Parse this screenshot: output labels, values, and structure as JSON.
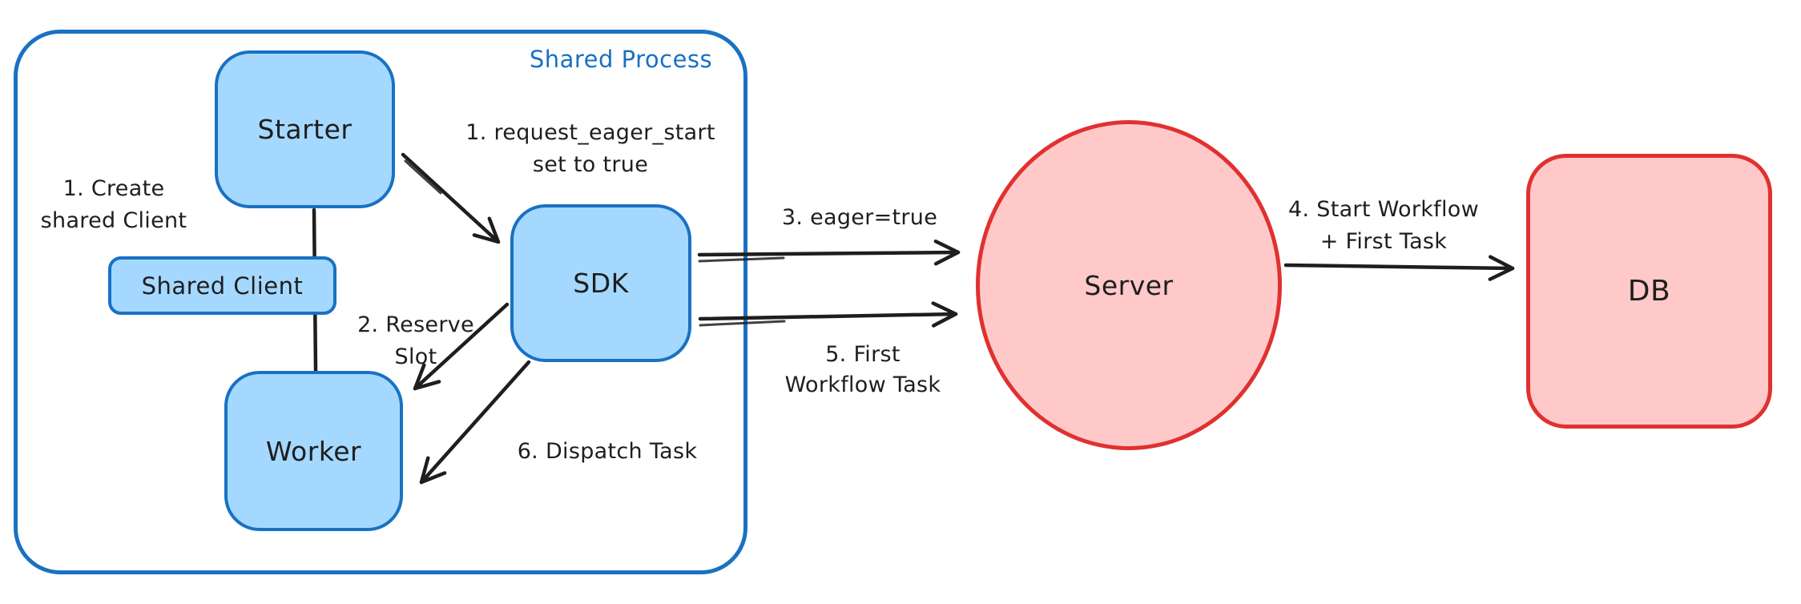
{
  "container": {
    "label": "Shared Process"
  },
  "nodes": {
    "starter": {
      "label": "Starter"
    },
    "shared_client": {
      "label": "Shared Client"
    },
    "worker": {
      "label": "Worker"
    },
    "sdk": {
      "label": "SDK"
    },
    "server": {
      "label": "Server"
    },
    "db": {
      "label": "DB"
    }
  },
  "annotations": {
    "create_shared_client": {
      "line1": "1. Create",
      "line2": "shared Client"
    },
    "request_eager_start": {
      "line1": "1. request_eager_start",
      "line2": "set to true"
    },
    "reserve_slot": {
      "line1": "2. Reserve",
      "line2": "Slot"
    },
    "eager_true": {
      "line1": "3. eager=true"
    },
    "start_workflow": {
      "line1": "4. Start Workflow",
      "line2": "+ First Task"
    },
    "first_workflow_task": {
      "line1": "5. First",
      "line2": "Workflow Task"
    },
    "dispatch_task": {
      "line1": "6. Dispatch Task"
    }
  },
  "colors": {
    "blue_fill": "#a5d8ff",
    "blue_stroke": "#1971c2",
    "red_fill": "#ffc9c9",
    "red_stroke": "#e03131",
    "ink": "#1e1e1e",
    "bg": "#ffffff"
  }
}
